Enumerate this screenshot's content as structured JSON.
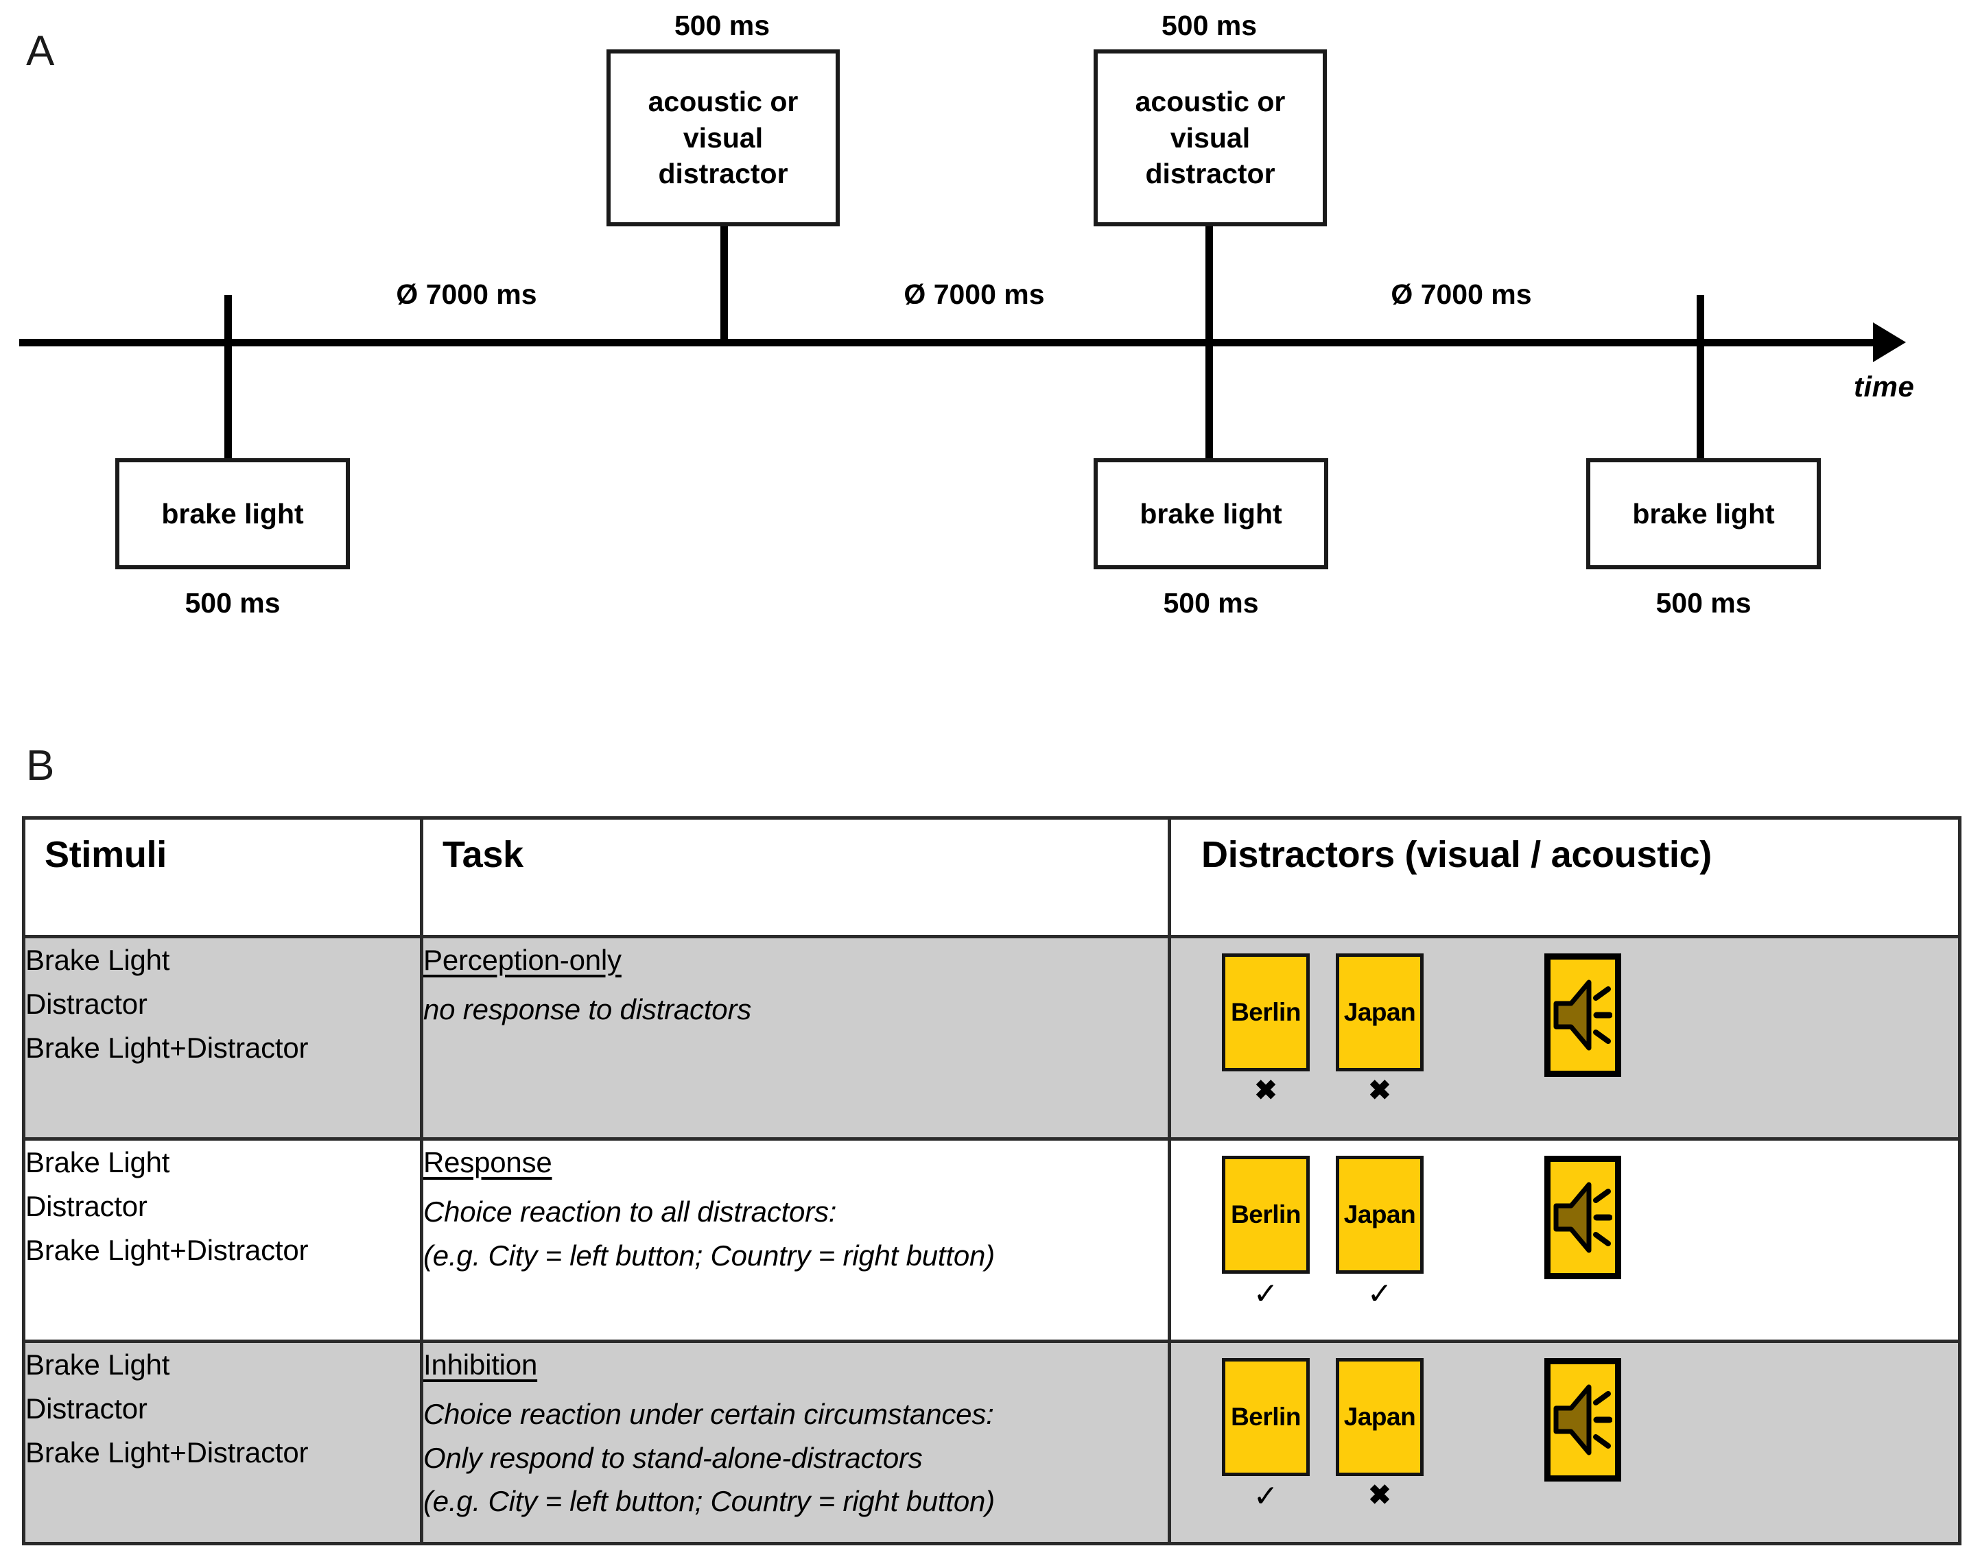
{
  "panels": {
    "a": {
      "label": "A"
    },
    "b": {
      "label": "B"
    }
  },
  "timeline": {
    "axis_label": "time",
    "interval_label": "Ø 7000 ms",
    "intervals": [
      "Ø 7000 ms",
      "Ø 7000 ms",
      "Ø 7000 ms"
    ],
    "events": [
      {
        "id": "brake-light-1",
        "label": "brake light",
        "duration": "500 ms",
        "position": "below"
      },
      {
        "id": "distractor-1",
        "label": "acoustic or\nvisual\ndistractor",
        "duration": "500 ms",
        "position": "above"
      },
      {
        "id": "distractor-2",
        "label": "acoustic or\nvisual\ndistractor",
        "duration": "500 ms",
        "position": "above"
      },
      {
        "id": "brake-light-2",
        "label": "brake light",
        "duration": "500 ms",
        "position": "below"
      },
      {
        "id": "brake-light-3",
        "label": "brake light",
        "duration": "500 ms",
        "position": "below"
      }
    ],
    "box_lines": {
      "distractor": [
        "acoustic or",
        "visual",
        "distractor"
      ],
      "brake_light": [
        "brake light"
      ]
    }
  },
  "table": {
    "headers": {
      "stimuli": "Stimuli",
      "task": "Task",
      "distractors": "Distractors (visual / acoustic)"
    },
    "stimuli_lines": [
      "Brake Light",
      "Distractor",
      "Brake Light+Distractor"
    ],
    "rows": [
      {
        "id": "perception-only",
        "shaded": true,
        "stimuli": [
          "Brake Light",
          "Distractor",
          "Brake Light+Distractor"
        ],
        "task_title": "Perception-only",
        "task_lines": [
          "no response to distractors"
        ],
        "distractors": {
          "cards": [
            {
              "label": "Berlin",
              "mark": "✖"
            },
            {
              "label": "Japan",
              "mark": "✖"
            }
          ],
          "speaker": "speaker-icon"
        }
      },
      {
        "id": "response",
        "shaded": false,
        "stimuli": [
          "Brake Light",
          "Distractor",
          "Brake Light+Distractor"
        ],
        "task_title": "Response",
        "task_lines": [
          "Choice reaction to all distractors:",
          "(e.g. City = left button; Country = right button)"
        ],
        "distractors": {
          "cards": [
            {
              "label": "Berlin",
              "mark": "✓"
            },
            {
              "label": "Japan",
              "mark": "✓"
            }
          ],
          "speaker": "speaker-icon"
        }
      },
      {
        "id": "inhibition",
        "shaded": true,
        "stimuli": [
          "Brake Light",
          "Distractor",
          "Brake Light+Distractor"
        ],
        "task_title": "Inhibition",
        "task_lines": [
          "Choice reaction under certain circumstances:",
          "Only respond to stand-alone-distractors",
          "(e.g. City = left button; Country = right button)"
        ],
        "distractors": {
          "cards": [
            {
              "label": "Berlin",
              "mark": "✓"
            },
            {
              "label": "Japan",
              "mark": "✖"
            }
          ],
          "speaker": "speaker-icon"
        }
      }
    ]
  },
  "colors": {
    "card_yellow": "#FECC0A",
    "speaker_cone": "#8A6A05",
    "row_shade": "#CDCDCD",
    "line_black": "#000000"
  }
}
